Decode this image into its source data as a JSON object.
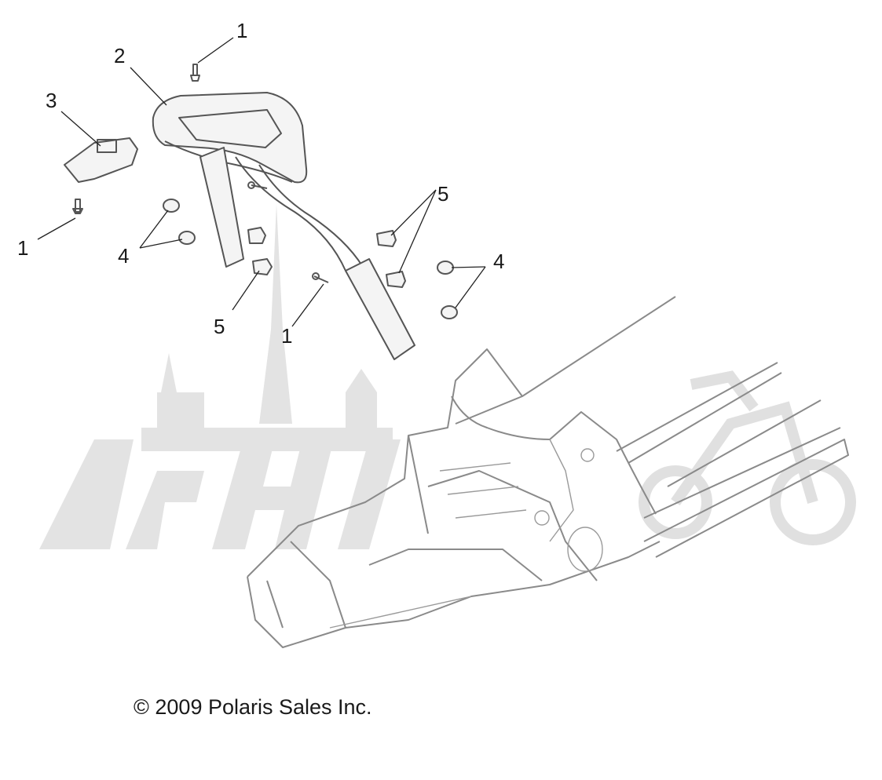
{
  "callouts": [
    {
      "id": "c1a",
      "label": "1"
    },
    {
      "id": "c2",
      "label": "2"
    },
    {
      "id": "c3",
      "label": "3"
    },
    {
      "id": "c1b",
      "label": "1"
    },
    {
      "id": "c4a",
      "label": "4"
    },
    {
      "id": "c5a",
      "label": "5"
    },
    {
      "id": "c5b",
      "label": "5"
    },
    {
      "id": "c4b",
      "label": "4"
    },
    {
      "id": "c1c",
      "label": "1"
    }
  ],
  "copyright": "© 2009 Polaris Sales Inc.",
  "colors": {
    "line": "#555555",
    "frame": "#8a8a8a",
    "watermark": "#e3e3e3"
  }
}
